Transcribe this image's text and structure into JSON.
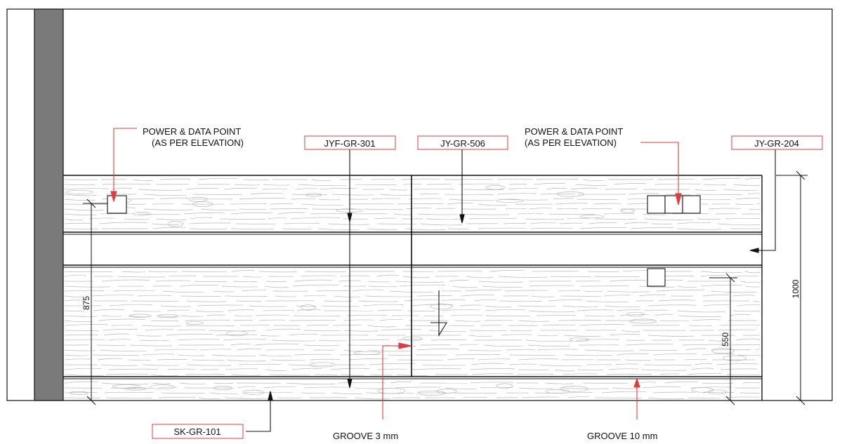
{
  "labels": {
    "power_left_line1": "POWER & DATA POINT",
    "power_left_line2": "(AS PER ELEVATION)",
    "power_right_line1": "POWER & DATA POINT",
    "power_right_line2": "(AS PER ELEVATION)",
    "tag_jyf_gr_301": "JYF-GR-301",
    "tag_jy_gr_506": "JY-GR-506",
    "tag_jy_gr_204": "JY-GR-204",
    "tag_sk_gr_101": "SK-GR-101",
    "groove_3": "GROOVE  3 mm",
    "groove_10": "GROOVE  10 mm"
  },
  "dimensions": {
    "dim_875": "875",
    "dim_550": "550",
    "dim_1000": "1000"
  },
  "colors": {
    "line": "#111111",
    "wall": "#7a7a7a",
    "leader": "#e23b3b",
    "grain": "#b8b8b8"
  }
}
